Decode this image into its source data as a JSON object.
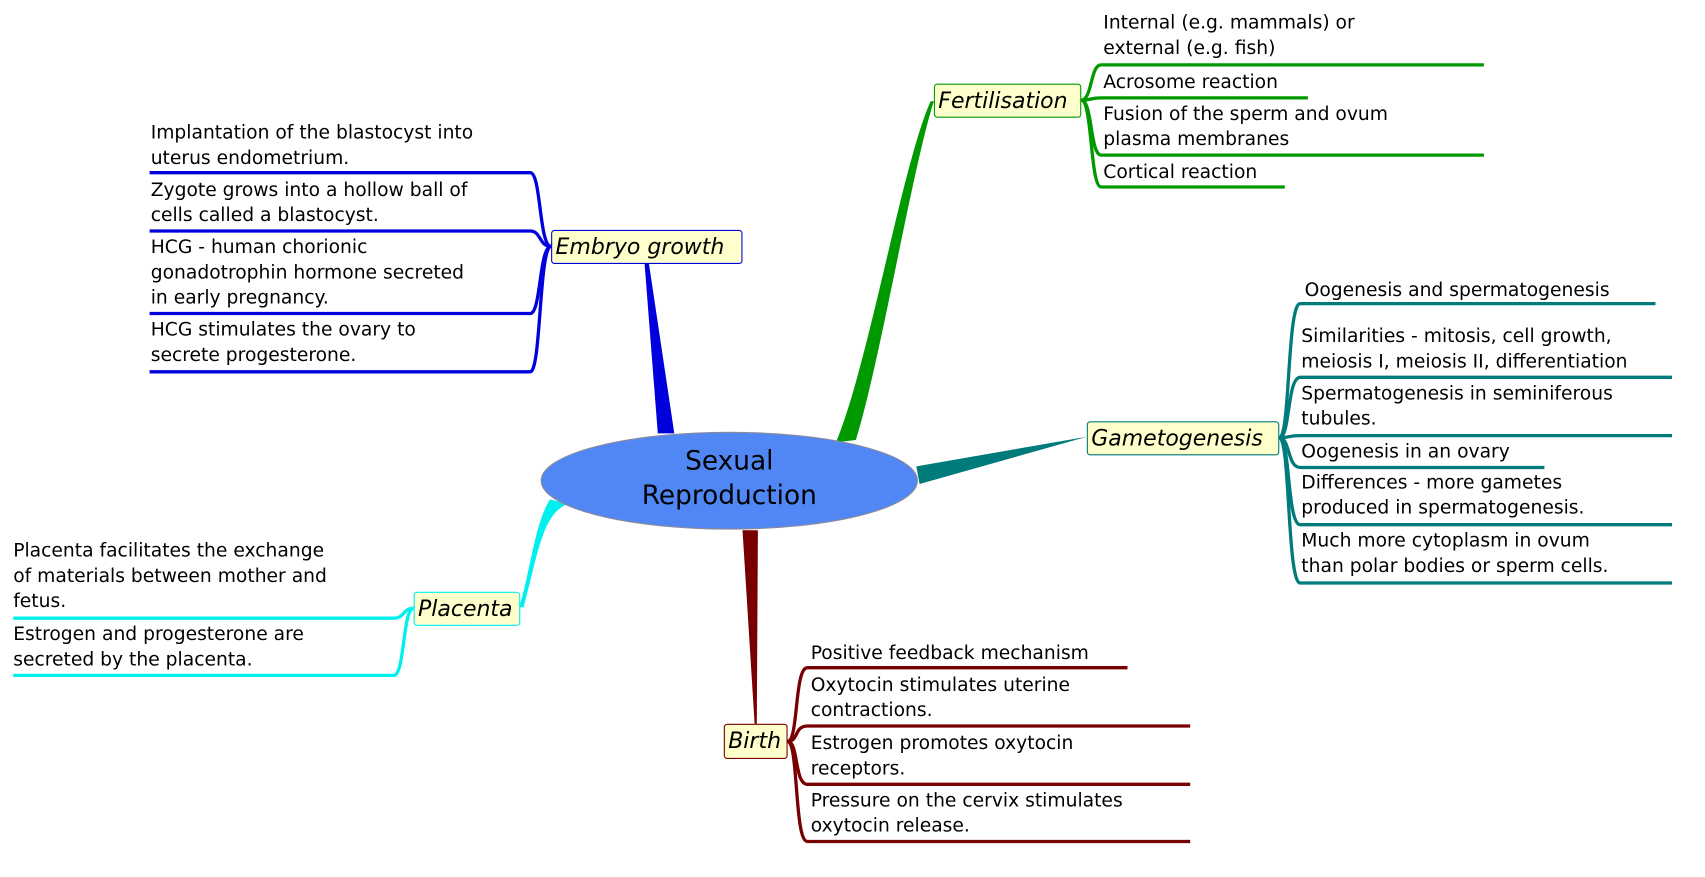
{
  "center": {
    "title": "Sexual\nReproduction"
  },
  "colors": {
    "center_fill": "#5087f5",
    "node_fill": "#ffffcc",
    "fertilisation": "#009900",
    "embryo": "#0000dd",
    "gametogenesis": "#007b7b",
    "placenta": "#00f0f0",
    "birth": "#780000"
  },
  "fertilisation": {
    "label": "Fertilisation",
    "items": [
      "Internal (e.g. mammals) or\nexternal (e.g. fish)",
      "Acrosome reaction",
      "Fusion of the sperm and ovum\nplasma membranes",
      "Cortical reaction"
    ]
  },
  "embryo": {
    "label": "Embryo growth",
    "items": [
      "Implantation of the blastocyst into\nuterus endometrium.",
      "Zygote grows into a hollow ball of\ncells called a blastocyst.",
      "HCG - human chorionic\ngonadotrophin hormone secreted\nin early pregnancy.",
      "HCG stimulates the ovary to\nsecrete progesterone."
    ]
  },
  "gametogenesis": {
    "label": "Gametogenesis",
    "items": [
      "Oogenesis and spermatogenesis",
      "Similarities - mitosis, cell growth,\nmeiosis I, meiosis II, differentiation",
      "Spermatogenesis in seminiferous\ntubules.",
      "Oogenesis in an ovary",
      "Differences - more gametes\nproduced in spermatogenesis.",
      "Much more cytoplasm in ovum\nthan polar bodies or sperm cells."
    ]
  },
  "placenta": {
    "label": "Placenta",
    "items": [
      "Placenta facilitates the exchange\nof materials between mother and\nfetus.",
      "Estrogen and progesterone are\nsecreted by the placenta."
    ]
  },
  "birth": {
    "label": "Birth",
    "items": [
      "Positive feedback mechanism",
      "Oxytocin stimulates uterine\ncontractions.",
      "Estrogen promotes oxytocin\nreceptors.",
      "Pressure on the cervix stimulates\noxytocin release."
    ]
  }
}
